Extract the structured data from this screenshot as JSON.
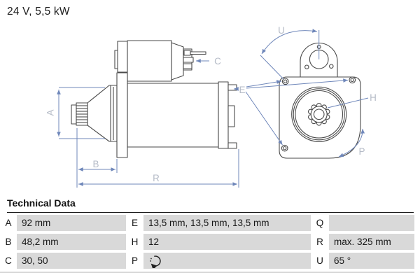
{
  "title": "24 V, 5,5 kW",
  "diagram": {
    "views": {
      "side": "starter-motor-side-view",
      "front": "starter-motor-front-flange-view"
    },
    "labels": {
      "A": "A",
      "B": "B",
      "C": "C",
      "E": "E",
      "H": "H",
      "P": "P",
      "R": "R",
      "U": "U"
    },
    "colors": {
      "outline": "#4a4a4a",
      "dimension_line": "#6f87ba",
      "dimension_label": "#b5bbc7"
    }
  },
  "table": {
    "heading": "Technical Data",
    "rows": [
      {
        "cells": [
          {
            "key": "A",
            "value": "92 mm"
          },
          {
            "key": "E",
            "value": "13,5 mm, 13,5 mm, 13,5 mm"
          },
          {
            "key": "Q",
            "value": ""
          }
        ]
      },
      {
        "cells": [
          {
            "key": "B",
            "value": "48,2 mm"
          },
          {
            "key": "H",
            "value": "12"
          },
          {
            "key": "R",
            "value": "max. 325 mm"
          }
        ]
      },
      {
        "cells": [
          {
            "key": "C",
            "value": "30, 50"
          },
          {
            "key": "P",
            "value": "",
            "icon": "rotation-direction-icon"
          },
          {
            "key": "U",
            "value": "65 °"
          }
        ]
      }
    ]
  }
}
